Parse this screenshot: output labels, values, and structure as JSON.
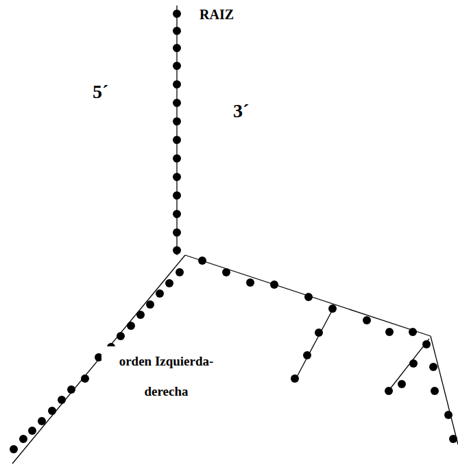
{
  "diagram": {
    "labels": [
      "RAIZ",
      "5´",
      "3´",
      "orden Izquierda-derecha"
    ]
  }
}
